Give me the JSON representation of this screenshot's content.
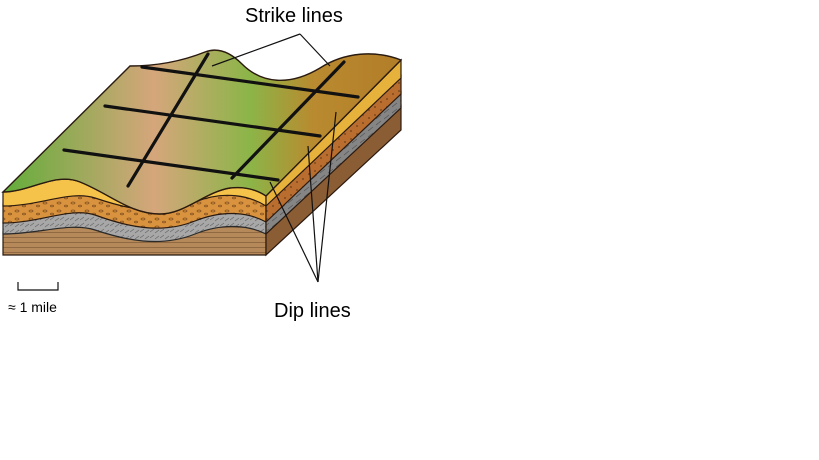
{
  "labels": {
    "strike": "Strike lines",
    "dip": "Dip lines",
    "scale": "≈ 1 mile"
  },
  "colors": {
    "surface_green": "#6db33f",
    "surface_tan": "#d9a77a",
    "surface_brown": "#b8862b",
    "yellow_layer": "#f5c242",
    "orange_gravel": "#d9933f",
    "gray_layer": "#a3a3a3",
    "brown_base": "#b5895a",
    "side_yellow": "#e7b43a",
    "side_orange": "#b96d2e",
    "side_gray": "#7f7f7f",
    "side_brown": "#8a5d35",
    "line": "#111111"
  }
}
